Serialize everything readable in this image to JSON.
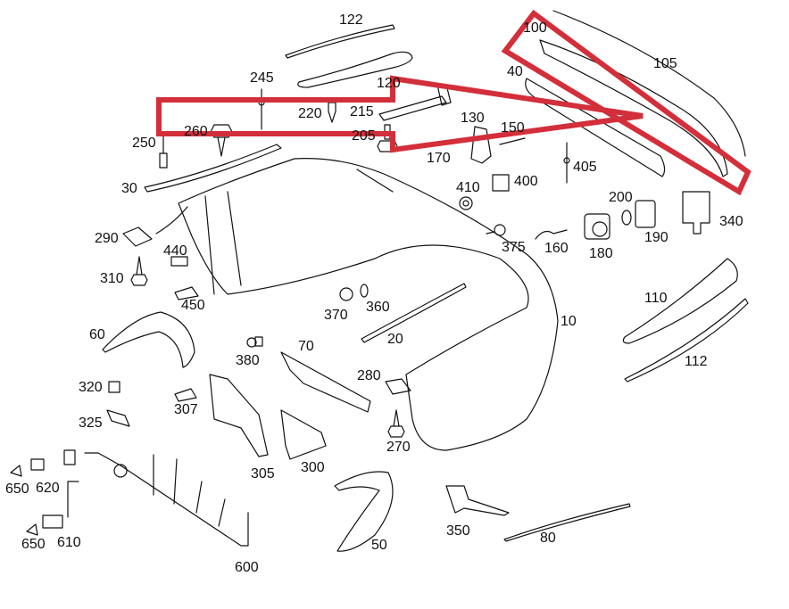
{
  "diagram": {
    "title": "Rear bumper exploded parts diagram",
    "highlight_color": "#d32f3a",
    "line_color": "#111111",
    "background": "#ffffff",
    "highlight": {
      "description": "Red outlined arrow pointing from fastener row (215/220/245/260/205/120) to the highlighted trim strip 100",
      "target_part": "100"
    }
  },
  "labels": [
    {
      "id": "122",
      "text": "122"
    },
    {
      "id": "100",
      "text": "100"
    },
    {
      "id": "105",
      "text": "105"
    },
    {
      "id": "40",
      "text": "40"
    },
    {
      "id": "245",
      "text": "245"
    },
    {
      "id": "120",
      "text": "120"
    },
    {
      "id": "220",
      "text": "220"
    },
    {
      "id": "215",
      "text": "215"
    },
    {
      "id": "260",
      "text": "260"
    },
    {
      "id": "205",
      "text": "205"
    },
    {
      "id": "250",
      "text": "250"
    },
    {
      "id": "130",
      "text": "130"
    },
    {
      "id": "150",
      "text": "150"
    },
    {
      "id": "170",
      "text": "170"
    },
    {
      "id": "405",
      "text": "405"
    },
    {
      "id": "30",
      "text": "30"
    },
    {
      "id": "410",
      "text": "410"
    },
    {
      "id": "400",
      "text": "400"
    },
    {
      "id": "200",
      "text": "200"
    },
    {
      "id": "340",
      "text": "340"
    },
    {
      "id": "190",
      "text": "190"
    },
    {
      "id": "290",
      "text": "290"
    },
    {
      "id": "440",
      "text": "440"
    },
    {
      "id": "375",
      "text": "375"
    },
    {
      "id": "160",
      "text": "160"
    },
    {
      "id": "180",
      "text": "180"
    },
    {
      "id": "310",
      "text": "310"
    },
    {
      "id": "450",
      "text": "450"
    },
    {
      "id": "370",
      "text": "370"
    },
    {
      "id": "360",
      "text": "360"
    },
    {
      "id": "110",
      "text": "110"
    },
    {
      "id": "10",
      "text": "10"
    },
    {
      "id": "60",
      "text": "60"
    },
    {
      "id": "20",
      "text": "20"
    },
    {
      "id": "380",
      "text": "380"
    },
    {
      "id": "70",
      "text": "70"
    },
    {
      "id": "112",
      "text": "112"
    },
    {
      "id": "320",
      "text": "320"
    },
    {
      "id": "280",
      "text": "280"
    },
    {
      "id": "307",
      "text": "307"
    },
    {
      "id": "325",
      "text": "325"
    },
    {
      "id": "270",
      "text": "270"
    },
    {
      "id": "305",
      "text": "305"
    },
    {
      "id": "300",
      "text": "300"
    },
    {
      "id": "650a",
      "text": "650"
    },
    {
      "id": "620",
      "text": "620"
    },
    {
      "id": "50",
      "text": "50"
    },
    {
      "id": "350",
      "text": "350"
    },
    {
      "id": "80",
      "text": "80"
    },
    {
      "id": "650b",
      "text": "650"
    },
    {
      "id": "610",
      "text": "610"
    },
    {
      "id": "600",
      "text": "600"
    }
  ]
}
